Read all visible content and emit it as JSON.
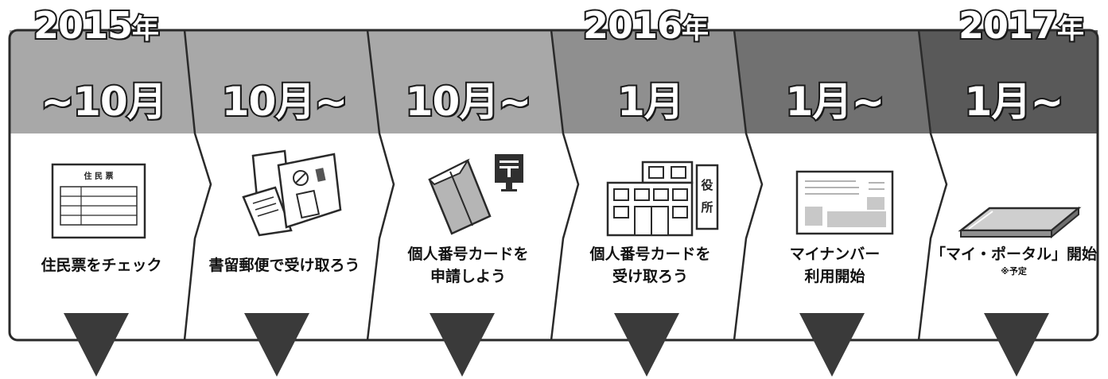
{
  "timeline": {
    "years": [
      {
        "year": "2015",
        "suffix": "年"
      },
      {
        "year": "2016",
        "suffix": "年"
      },
      {
        "year": "2017",
        "suffix": "年"
      }
    ],
    "steps": [
      {
        "period": "~10月",
        "label_lines": [
          "住民票をチェック"
        ],
        "note": "",
        "icon": "resident-card-icon",
        "card_title": "住 民 票"
      },
      {
        "period": "10月~",
        "label_lines": [
          "書留郵便で受け取ろう"
        ],
        "note": "",
        "icon": "registered-mail-icon"
      },
      {
        "period": "10月~",
        "label_lines": [
          "個人番号カードを",
          "申請しよう"
        ],
        "note": "",
        "icon": "envelope-mailbox-icon"
      },
      {
        "period": "1月",
        "label_lines": [
          "個人番号カードを",
          "受け取ろう"
        ],
        "note": "",
        "icon": "city-office-icon",
        "sign_chars": [
          "役",
          "所"
        ]
      },
      {
        "period": "1月~",
        "label_lines": [
          "マイナンバー",
          "利用開始"
        ],
        "note": "",
        "icon": "my-number-card-icon"
      },
      {
        "period": "1月~",
        "label_lines": [
          "「マイ・ポータル」開始"
        ],
        "note": "※予定",
        "icon": "laptop-icon"
      }
    ]
  },
  "colors": {
    "band_light": "#a8a8a8",
    "band_mid": "#8f8f8f",
    "band_dark": "#717171",
    "band_darkest": "#595959",
    "outline": "#2a2a2a",
    "arrow": "#3a3a3a"
  }
}
